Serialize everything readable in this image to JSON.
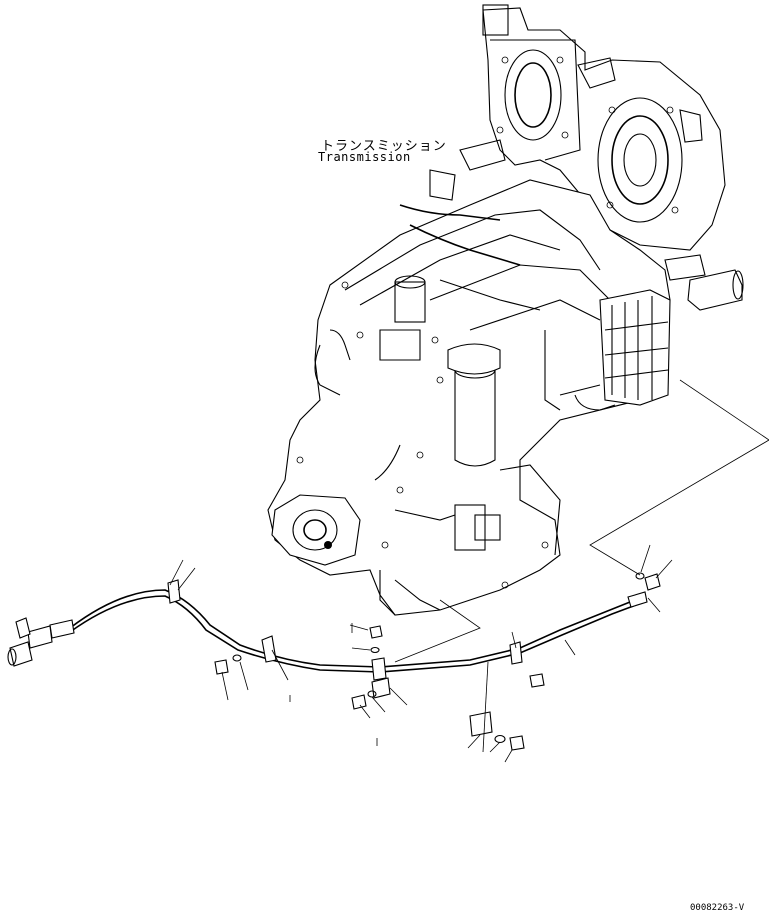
{
  "diagram": {
    "component_label_jp": "トランスミッション",
    "component_label_en": "Transmission",
    "drawing_code": "00082263-V"
  },
  "colors": {
    "line": "#000000",
    "background": "#ffffff"
  }
}
